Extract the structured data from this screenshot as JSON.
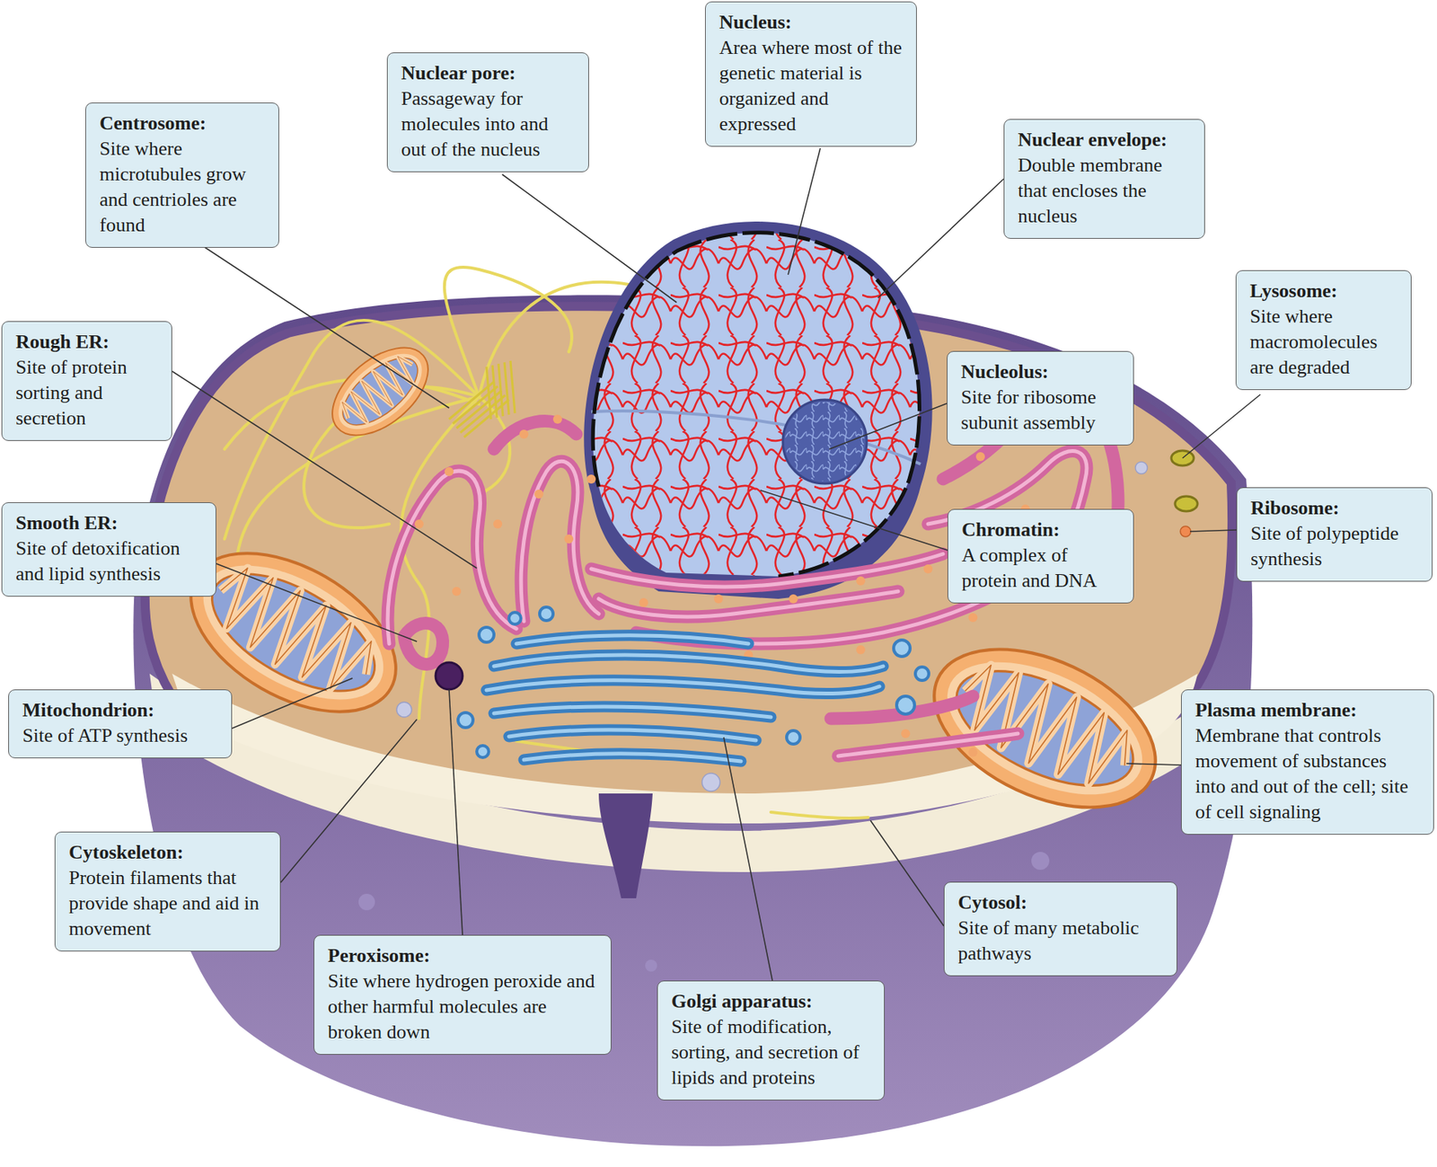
{
  "diagram": {
    "nodes": [
      {
        "text": [
          "Nucleus:",
          "Area where most of the genetic material is organized and expressed"
        ]
      },
      {
        "text": [
          "Nuclear pore:",
          "Passageway for molecules into and out of the nucleus"
        ]
      },
      {
        "text": [
          "Centrosome:",
          "Site where microtubules grow and centrioles are found"
        ]
      },
      {
        "text": [
          "Nuclear envelope:",
          "Double membrane that encloses the nucleus"
        ]
      },
      {
        "text": [
          "Lysosome:",
          "Site where macromolecules are degraded"
        ]
      },
      {
        "text": [
          "Rough ER:",
          "Site of protein sorting and secretion"
        ]
      },
      {
        "text": [
          "Nucleolus:",
          "Site for ribosome subunit assembly"
        ]
      },
      {
        "text": [
          "Ribosome:",
          "Site of polypeptide synthesis"
        ]
      },
      {
        "text": [
          "Smooth ER:",
          "Site of detoxification and lipid synthesis"
        ]
      },
      {
        "text": [
          "Chromatin:",
          "A complex of protein and DNA"
        ]
      },
      {
        "text": [
          "Mitochondrion:",
          "Site of ATP synthesis"
        ]
      },
      {
        "text": [
          "Plasma membrane:",
          "Membrane that controls movement of substances into and out of the cell; site of cell signaling"
        ]
      },
      {
        "text": [
          "Cytoskeleton:",
          "Protein filaments that provide shape and aid in movement"
        ]
      },
      {
        "text": [
          "Cytosol:",
          "Site of many metabolic pathways"
        ]
      },
      {
        "text": [
          "Peroxisome:",
          "Site where hydrogen peroxide and other harmful molecules are broken down"
        ]
      },
      {
        "text": [
          "Golgi apparatus:",
          "Site of modification, sorting, and secretion of lipids and proteins"
        ]
      }
    ]
  }
}
